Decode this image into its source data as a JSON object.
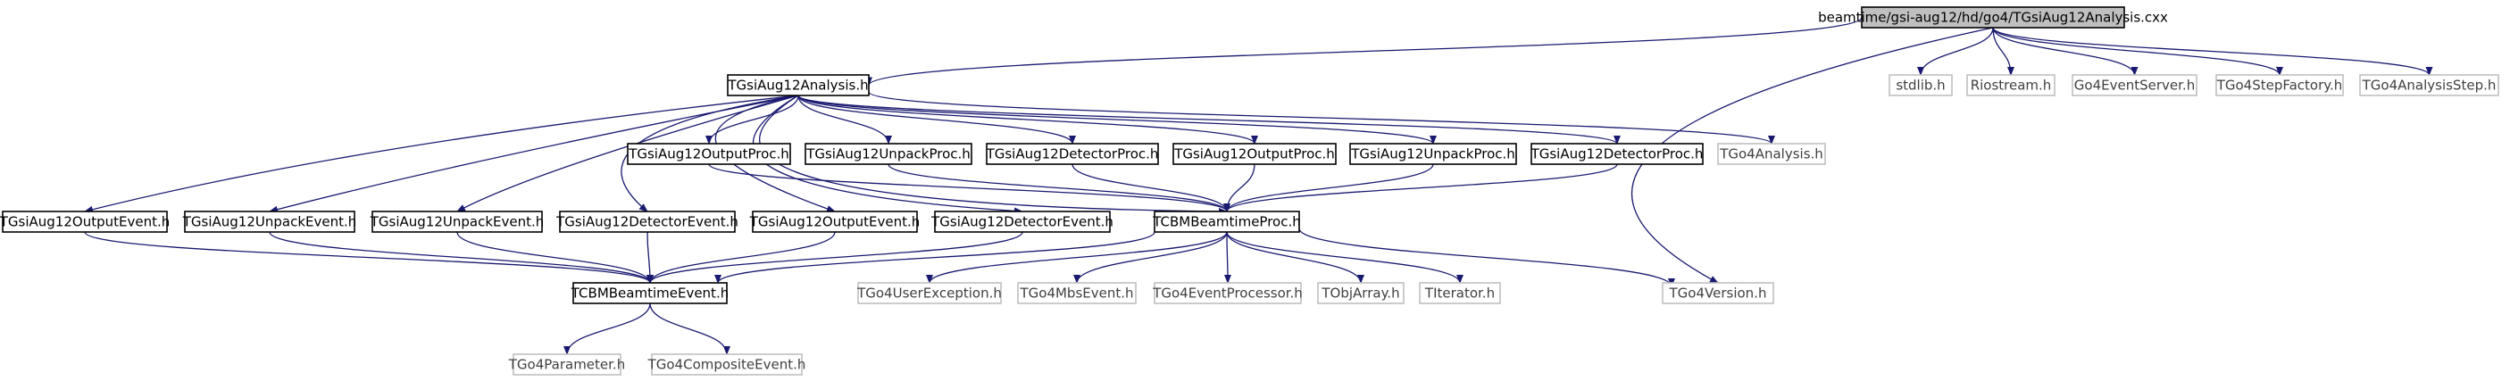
{
  "colors": {
    "edge": "#191970",
    "node_border": "#000000",
    "node_border_external": "#bfbfbf",
    "root_fill": "#bfbfbf",
    "text": "#000000",
    "text_external": "#404040"
  },
  "graph": {
    "nodes": [
      {
        "id": "root",
        "label": "beamtime/gsi-aug12/hd/go4/TGsiAug12Analysis.cxx",
        "kind": "root"
      },
      {
        "id": "analysis_h",
        "label": "TGsiAug12Analysis.h",
        "kind": "local"
      },
      {
        "id": "stdlib_h",
        "label": "stdlib.h",
        "kind": "external"
      },
      {
        "id": "riostream_h",
        "label": "Riostream.h",
        "kind": "external"
      },
      {
        "id": "eventserver_h",
        "label": "Go4EventServer.h",
        "kind": "external"
      },
      {
        "id": "stepfactory_h",
        "label": "TGo4StepFactory.h",
        "kind": "external"
      },
      {
        "id": "analysisstep_h",
        "label": "TGo4AnalysisStep.h",
        "kind": "external"
      },
      {
        "id": "outputproc1_h",
        "label": "TGsiAug12OutputProc.h",
        "kind": "local"
      },
      {
        "id": "unpackproc1_h",
        "label": "TGsiAug12UnpackProc.h",
        "kind": "local"
      },
      {
        "id": "detectorproc1_h",
        "label": "TGsiAug12DetectorProc.h",
        "kind": "local"
      },
      {
        "id": "outputproc2_h",
        "label": "TGsiAug12OutputProc.h",
        "kind": "local"
      },
      {
        "id": "unpackproc2_h",
        "label": "TGsiAug12UnpackProc.h",
        "kind": "local"
      },
      {
        "id": "detectorproc2_h",
        "label": "TGsiAug12DetectorProc.h",
        "kind": "local"
      },
      {
        "id": "go4analysis_h",
        "label": "TGo4Analysis.h",
        "kind": "external"
      },
      {
        "id": "outputevent1_h",
        "label": "TGsiAug12OutputEvent.h",
        "kind": "local"
      },
      {
        "id": "unpackevent1_h",
        "label": "TGsiAug12UnpackEvent.h",
        "kind": "local"
      },
      {
        "id": "unpackevent2_h",
        "label": "TGsiAug12UnpackEvent.h",
        "kind": "local"
      },
      {
        "id": "detectorevent1_h",
        "label": "TGsiAug12DetectorEvent.h",
        "kind": "local"
      },
      {
        "id": "outputevent2_h",
        "label": "TGsiAug12OutputEvent.h",
        "kind": "local"
      },
      {
        "id": "detectorevent2_h",
        "label": "TGsiAug12DetectorEvent.h",
        "kind": "local"
      },
      {
        "id": "beamtimeproc_h",
        "label": "TCBMBeamtimeProc.h",
        "kind": "local"
      },
      {
        "id": "beamtimeevent_h",
        "label": "TCBMBeamtimeEvent.h",
        "kind": "local"
      },
      {
        "id": "userexception_h",
        "label": "TGo4UserException.h",
        "kind": "external"
      },
      {
        "id": "mbsevent_h",
        "label": "TGo4MbsEvent.h",
        "kind": "external"
      },
      {
        "id": "eventprocessor_h",
        "label": "TGo4EventProcessor.h",
        "kind": "external"
      },
      {
        "id": "tobjarray_h",
        "label": "TObjArray.h",
        "kind": "external"
      },
      {
        "id": "titerator_h",
        "label": "TIterator.h",
        "kind": "external"
      },
      {
        "id": "go4version_h",
        "label": "TGo4Version.h",
        "kind": "external"
      },
      {
        "id": "parameter_h",
        "label": "TGo4Parameter.h",
        "kind": "external"
      },
      {
        "id": "compositeevent_h",
        "label": "TGo4CompositeEvent.h",
        "kind": "external"
      }
    ],
    "edges": [
      {
        "from": "root",
        "to": "analysis_h"
      },
      {
        "from": "root",
        "to": "stdlib_h"
      },
      {
        "from": "root",
        "to": "riostream_h"
      },
      {
        "from": "root",
        "to": "eventserver_h"
      },
      {
        "from": "root",
        "to": "stepfactory_h"
      },
      {
        "from": "root",
        "to": "analysisstep_h"
      },
      {
        "from": "root",
        "to": "go4version_h"
      },
      {
        "from": "analysis_h",
        "to": "outputproc1_h"
      },
      {
        "from": "analysis_h",
        "to": "unpackproc1_h"
      },
      {
        "from": "analysis_h",
        "to": "detectorproc1_h"
      },
      {
        "from": "analysis_h",
        "to": "outputproc2_h"
      },
      {
        "from": "analysis_h",
        "to": "unpackproc2_h"
      },
      {
        "from": "analysis_h",
        "to": "detectorproc2_h"
      },
      {
        "from": "analysis_h",
        "to": "go4analysis_h"
      },
      {
        "from": "analysis_h",
        "to": "outputevent1_h"
      },
      {
        "from": "analysis_h",
        "to": "unpackevent1_h"
      },
      {
        "from": "analysis_h",
        "to": "unpackevent2_h"
      },
      {
        "from": "analysis_h",
        "to": "detectorevent1_h"
      },
      {
        "from": "analysis_h",
        "to": "outputevent2_h"
      },
      {
        "from": "analysis_h",
        "to": "detectorevent2_h"
      },
      {
        "from": "analysis_h",
        "to": "beamtimeproc_h"
      },
      {
        "from": "outputproc1_h",
        "to": "beamtimeproc_h"
      },
      {
        "from": "unpackproc1_h",
        "to": "beamtimeproc_h"
      },
      {
        "from": "detectorproc1_h",
        "to": "beamtimeproc_h"
      },
      {
        "from": "outputproc2_h",
        "to": "beamtimeproc_h"
      },
      {
        "from": "unpackproc2_h",
        "to": "beamtimeproc_h"
      },
      {
        "from": "detectorproc2_h",
        "to": "beamtimeproc_h"
      },
      {
        "from": "outputevent1_h",
        "to": "beamtimeevent_h"
      },
      {
        "from": "unpackevent1_h",
        "to": "beamtimeevent_h"
      },
      {
        "from": "unpackevent2_h",
        "to": "beamtimeevent_h"
      },
      {
        "from": "detectorevent1_h",
        "to": "beamtimeevent_h"
      },
      {
        "from": "outputevent2_h",
        "to": "beamtimeevent_h"
      },
      {
        "from": "detectorevent2_h",
        "to": "beamtimeevent_h"
      },
      {
        "from": "beamtimeproc_h",
        "to": "beamtimeevent_h"
      },
      {
        "from": "beamtimeproc_h",
        "to": "userexception_h"
      },
      {
        "from": "beamtimeproc_h",
        "to": "mbsevent_h"
      },
      {
        "from": "beamtimeproc_h",
        "to": "eventprocessor_h"
      },
      {
        "from": "beamtimeproc_h",
        "to": "tobjarray_h"
      },
      {
        "from": "beamtimeproc_h",
        "to": "titerator_h"
      },
      {
        "from": "beamtimeproc_h",
        "to": "go4version_h"
      },
      {
        "from": "beamtimeevent_h",
        "to": "parameter_h"
      },
      {
        "from": "beamtimeevent_h",
        "to": "compositeevent_h"
      }
    ]
  }
}
